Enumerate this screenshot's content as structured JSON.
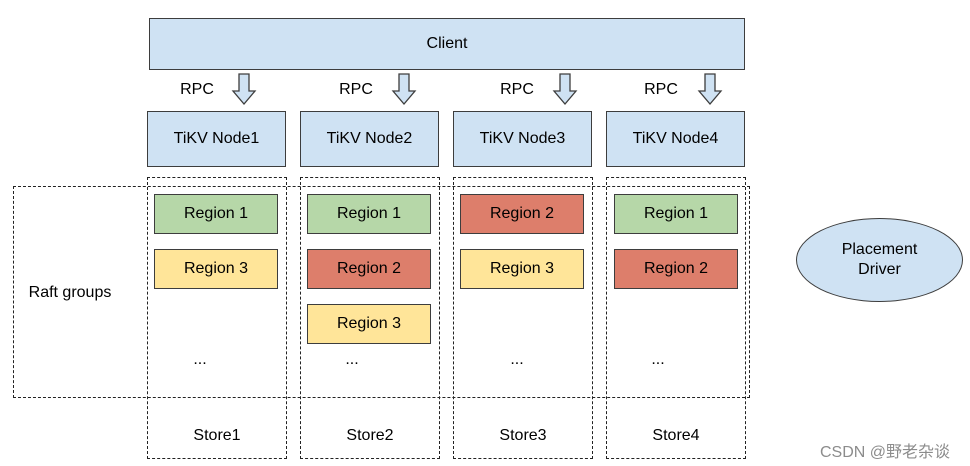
{
  "client": {
    "label": "Client"
  },
  "rpc_label": "RPC",
  "nodes": [
    {
      "name": "TiKV Node1",
      "store": "Store1",
      "regions": [
        "Region 1",
        "Region 3"
      ],
      "ellipsis": "..."
    },
    {
      "name": "TiKV Node2",
      "store": "Store2",
      "regions": [
        "Region 1",
        "Region 2",
        "Region 3"
      ],
      "ellipsis": "..."
    },
    {
      "name": "TiKV Node3",
      "store": "Store3",
      "regions": [
        "Region 2",
        "Region 3"
      ],
      "ellipsis": "..."
    },
    {
      "name": "TiKV Node4",
      "store": "Store4",
      "regions": [
        "Region 1",
        "Region 2"
      ],
      "ellipsis": "..."
    }
  ],
  "raft_groups_label": "Raft groups",
  "placement_driver": {
    "line1": "Placement",
    "line2": "Driver"
  },
  "colors": {
    "region_1": "#b6d7a8",
    "region_2": "#dd7e6b",
    "region_3": "#ffe599",
    "node_fill": "#cfe2f3"
  },
  "watermark": "CSDN @野老杂谈"
}
